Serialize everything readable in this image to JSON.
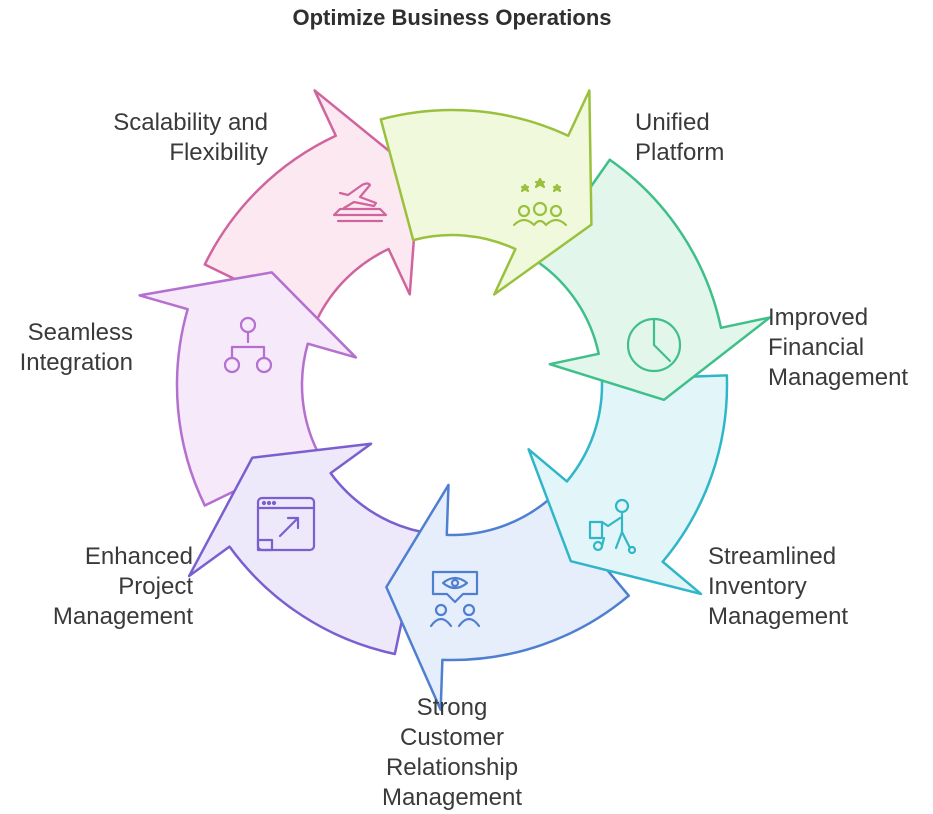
{
  "title": "Optimize Business Operations",
  "steps": [
    {
      "label_lines": [
        "Unified",
        "Platform"
      ],
      "icon": "stars-community-icon",
      "stroke": "#9ac13d",
      "fill": "#f1f9dc"
    },
    {
      "label_lines": [
        "Improved",
        "Financial",
        "Management"
      ],
      "icon": "pie-clock-icon",
      "stroke": "#3fbf8a",
      "fill": "#e2f6ec"
    },
    {
      "label_lines": [
        "Streamlined",
        "Inventory",
        "Management"
      ],
      "icon": "hand-truck-worker-icon",
      "stroke": "#2fb6c9",
      "fill": "#e2f5f8"
    },
    {
      "label_lines": [
        "Strong",
        "Customer",
        "Relationship",
        "Management"
      ],
      "icon": "eye-customers-icon",
      "stroke": "#4f7fd0",
      "fill": "#e6eefb"
    },
    {
      "label_lines": [
        "Enhanced",
        "Project",
        "Management"
      ],
      "icon": "browser-window-icon",
      "stroke": "#7a5fcf",
      "fill": "#ede8fa"
    },
    {
      "label_lines": [
        "Seamless",
        "Integration"
      ],
      "icon": "network-nodes-icon",
      "stroke": "#b46fcf",
      "fill": "#f5e9fa"
    },
    {
      "label_lines": [
        "Scalability and",
        "Flexibility"
      ],
      "icon": "airplane-runway-icon",
      "stroke": "#d0649e",
      "fill": "#fce8f1"
    }
  ]
}
